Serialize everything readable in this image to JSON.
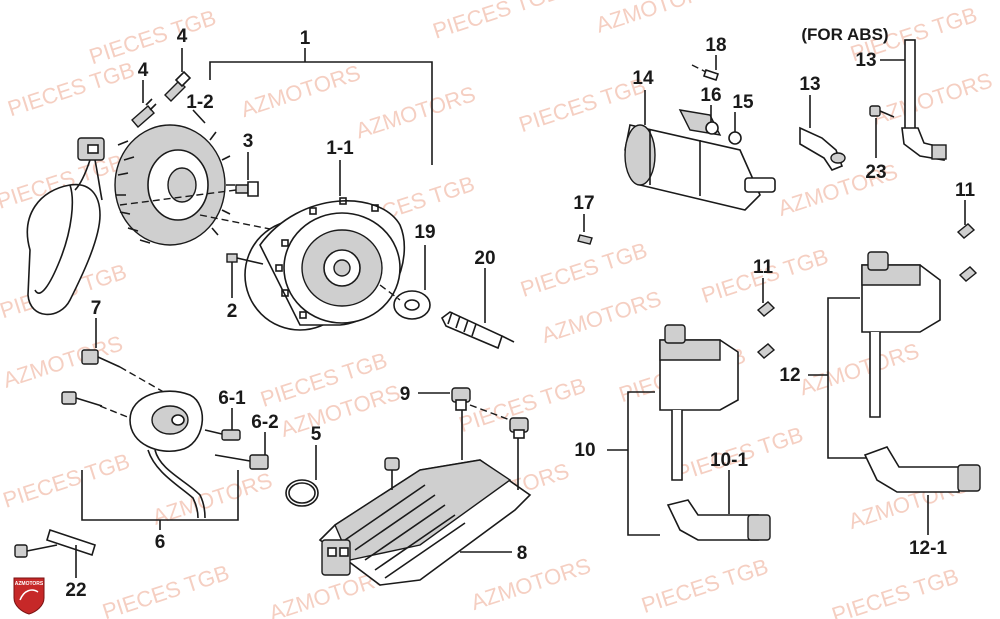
{
  "callouts": {
    "c1": "1",
    "c1_1": "1-1",
    "c1_2": "1-2",
    "c2": "2",
    "c3": "3",
    "c4a": "4",
    "c4b": "4",
    "c5": "5",
    "c6": "6",
    "c6_1": "6-1",
    "c6_2": "6-2",
    "c7": "7",
    "c8": "8",
    "c9": "9",
    "c10": "10",
    "c10_1": "10-1",
    "c11a": "11",
    "c11b": "11",
    "c12": "12",
    "c12_1": "12-1",
    "c13a": "13",
    "c13b": "13",
    "c14": "14",
    "c15": "15",
    "c16": "16",
    "c17": "17",
    "c18": "18",
    "c19": "19",
    "c20": "20",
    "c22": "22",
    "c23": "23"
  },
  "notes": {
    "abs": "(FOR ABS)"
  },
  "watermarks": {
    "line1": "PIECES TGB",
    "line2": "AZMOTORS"
  },
  "logo": {
    "text": "AZMOTORS",
    "color": "#c62828"
  }
}
